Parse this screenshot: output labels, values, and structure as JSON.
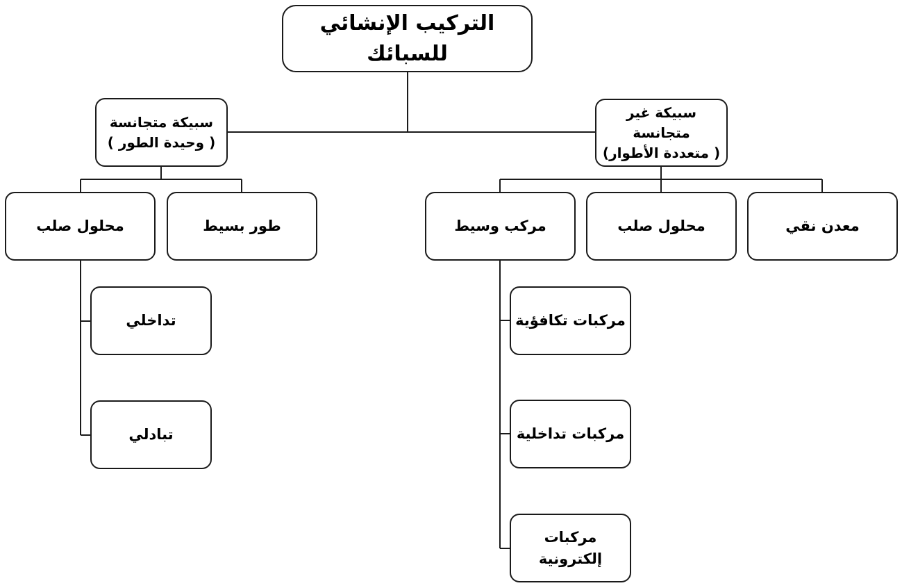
{
  "diagram": {
    "root": "التركيب الإنشائي للسبائك",
    "homogeneous": {
      "line1": "سبيكة متجانسة",
      "line2": "( وحيدة الطور )",
      "children": {
        "simple_phase": "طور بسيط",
        "solid_solution": "محلول صلب"
      },
      "solid_solution_types": {
        "interstitial": "تداخلي",
        "substitutional": "تبادلي"
      }
    },
    "heterogeneous": {
      "line1": "سبيكة غير متجانسة",
      "line2": "( متعددة الأطوار)",
      "children": {
        "pure_metal": "معدن نقي",
        "solid_solution": "محلول صلب",
        "intermediate_compound": "مركب وسيط"
      },
      "compound_types": {
        "valence": "مركبات تكافؤية",
        "interstitial": "مركبات تداخلية",
        "electronic": "مركبات إلكترونية"
      }
    }
  }
}
